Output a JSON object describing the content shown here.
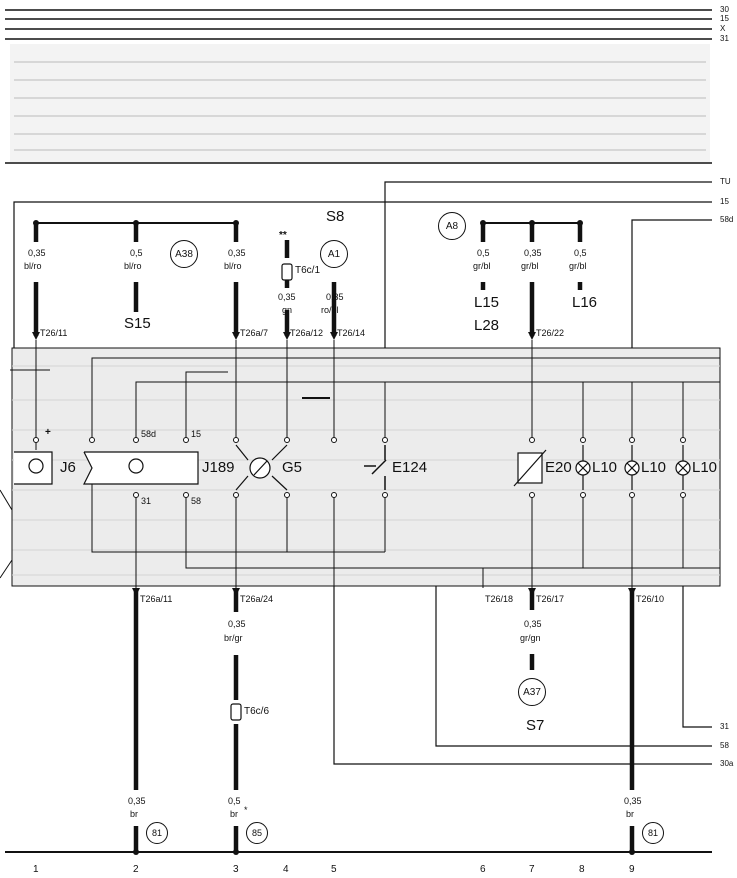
{
  "rails_top": [
    "30",
    "15",
    "X",
    "31"
  ],
  "rails_right": [
    "TU",
    "15",
    "58d",
    "31",
    "58",
    "30a"
  ],
  "components": {
    "j6": "J6",
    "j189": "J189",
    "g5": "G5",
    "e124": "E124",
    "e20": "E20",
    "l10_a": "L10",
    "l10_b": "L10",
    "l10_c": "L10",
    "s15": "S15",
    "s8": "S8",
    "s7": "S7",
    "l15": "L15",
    "l28": "L28",
    "l16": "L16",
    "t6c1": "T6c/1",
    "t6c6": "T6c/6",
    "stars": "**"
  },
  "terminals": {
    "plus": "+",
    "j189_58d": "58d",
    "j189_15": "15",
    "j189_31": "31",
    "j189_58": "58"
  },
  "connectors": {
    "t26_11": "T26/11",
    "t26a7": "T26a/7",
    "t26a12": "T26a/12",
    "t26_14": "T26/14",
    "t26_22": "T26/22",
    "t26a11": "T26a/11",
    "t26a24": "T26a/24",
    "t26_18": "T26/18",
    "t26_17": "T26/17",
    "t26_10": "T26/10"
  },
  "wires": {
    "w1_size": "0,35",
    "w1_color": "bl/ro",
    "w2_size": "0,5",
    "w2_color": "bl/ro",
    "w3_size": "0,35",
    "w3_color": "bl/ro",
    "w4_size": "0,35",
    "w4_color": "gn",
    "w5_size": "0,35",
    "w5_color": "ro/bl",
    "w6_size": "0,5",
    "w6_color": "gr/bl",
    "w7_size": "0,35",
    "w7_color": "gr/bl",
    "w8_size": "0,5",
    "w8_color": "gr/bl",
    "w9_size": "0,35",
    "w9_color": "gr/gn",
    "w10_size": "0,35",
    "w10_color": "br/gr",
    "w11_size": "0,35",
    "w11_color": "br",
    "w12_size": "0,5",
    "w12_color": "br",
    "w13_size": "0,35",
    "w13_color": "br",
    "asterisk": "*"
  },
  "markers": {
    "a38": "A38",
    "a1": "A1",
    "a8": "A8",
    "a37": "A37",
    "g81_left": "81",
    "g85": "85",
    "g81_right": "81"
  },
  "column_numbers": [
    "1",
    "2",
    "3",
    "4",
    "5",
    "6",
    "7",
    "8",
    "9"
  ]
}
